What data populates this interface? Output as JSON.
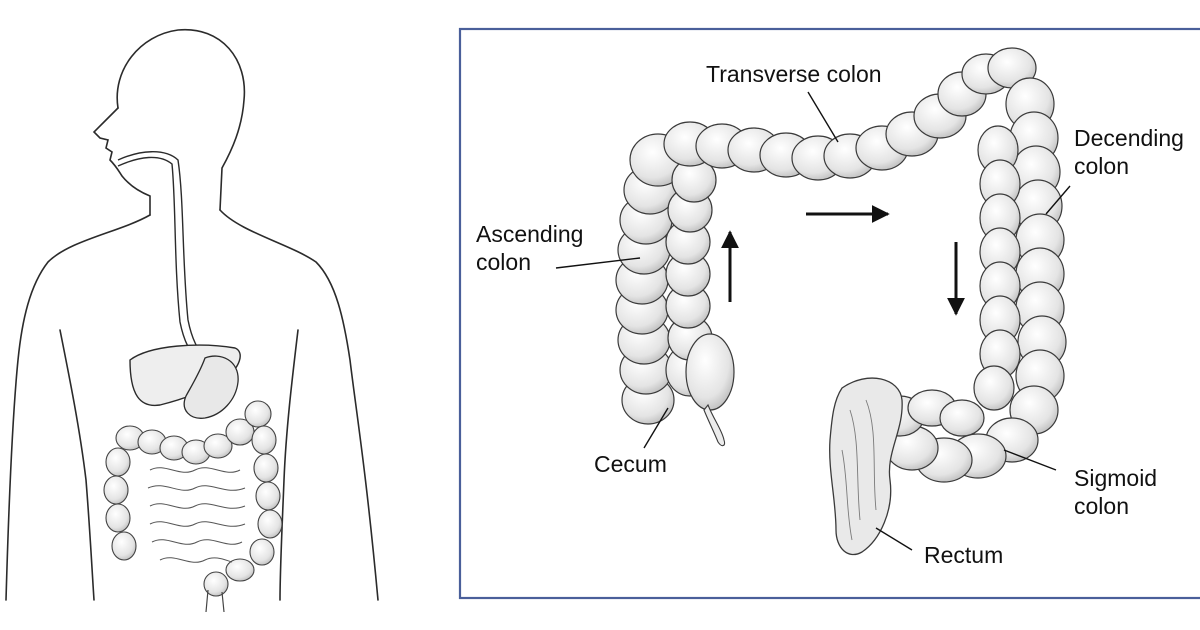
{
  "labels": {
    "transverse": "Transverse colon",
    "descending": [
      "Decending",
      "colon"
    ],
    "ascending": [
      "Ascending",
      "colon"
    ],
    "cecum": "Cecum",
    "sigmoid": [
      "Sigmoid",
      "colon"
    ],
    "rectum": "Rectum"
  },
  "colors": {
    "frame": "#4a5f9a",
    "sketch": "#2b2b2b",
    "organ_fill": "#ececec",
    "organ_shade": "#c9c9c9"
  }
}
